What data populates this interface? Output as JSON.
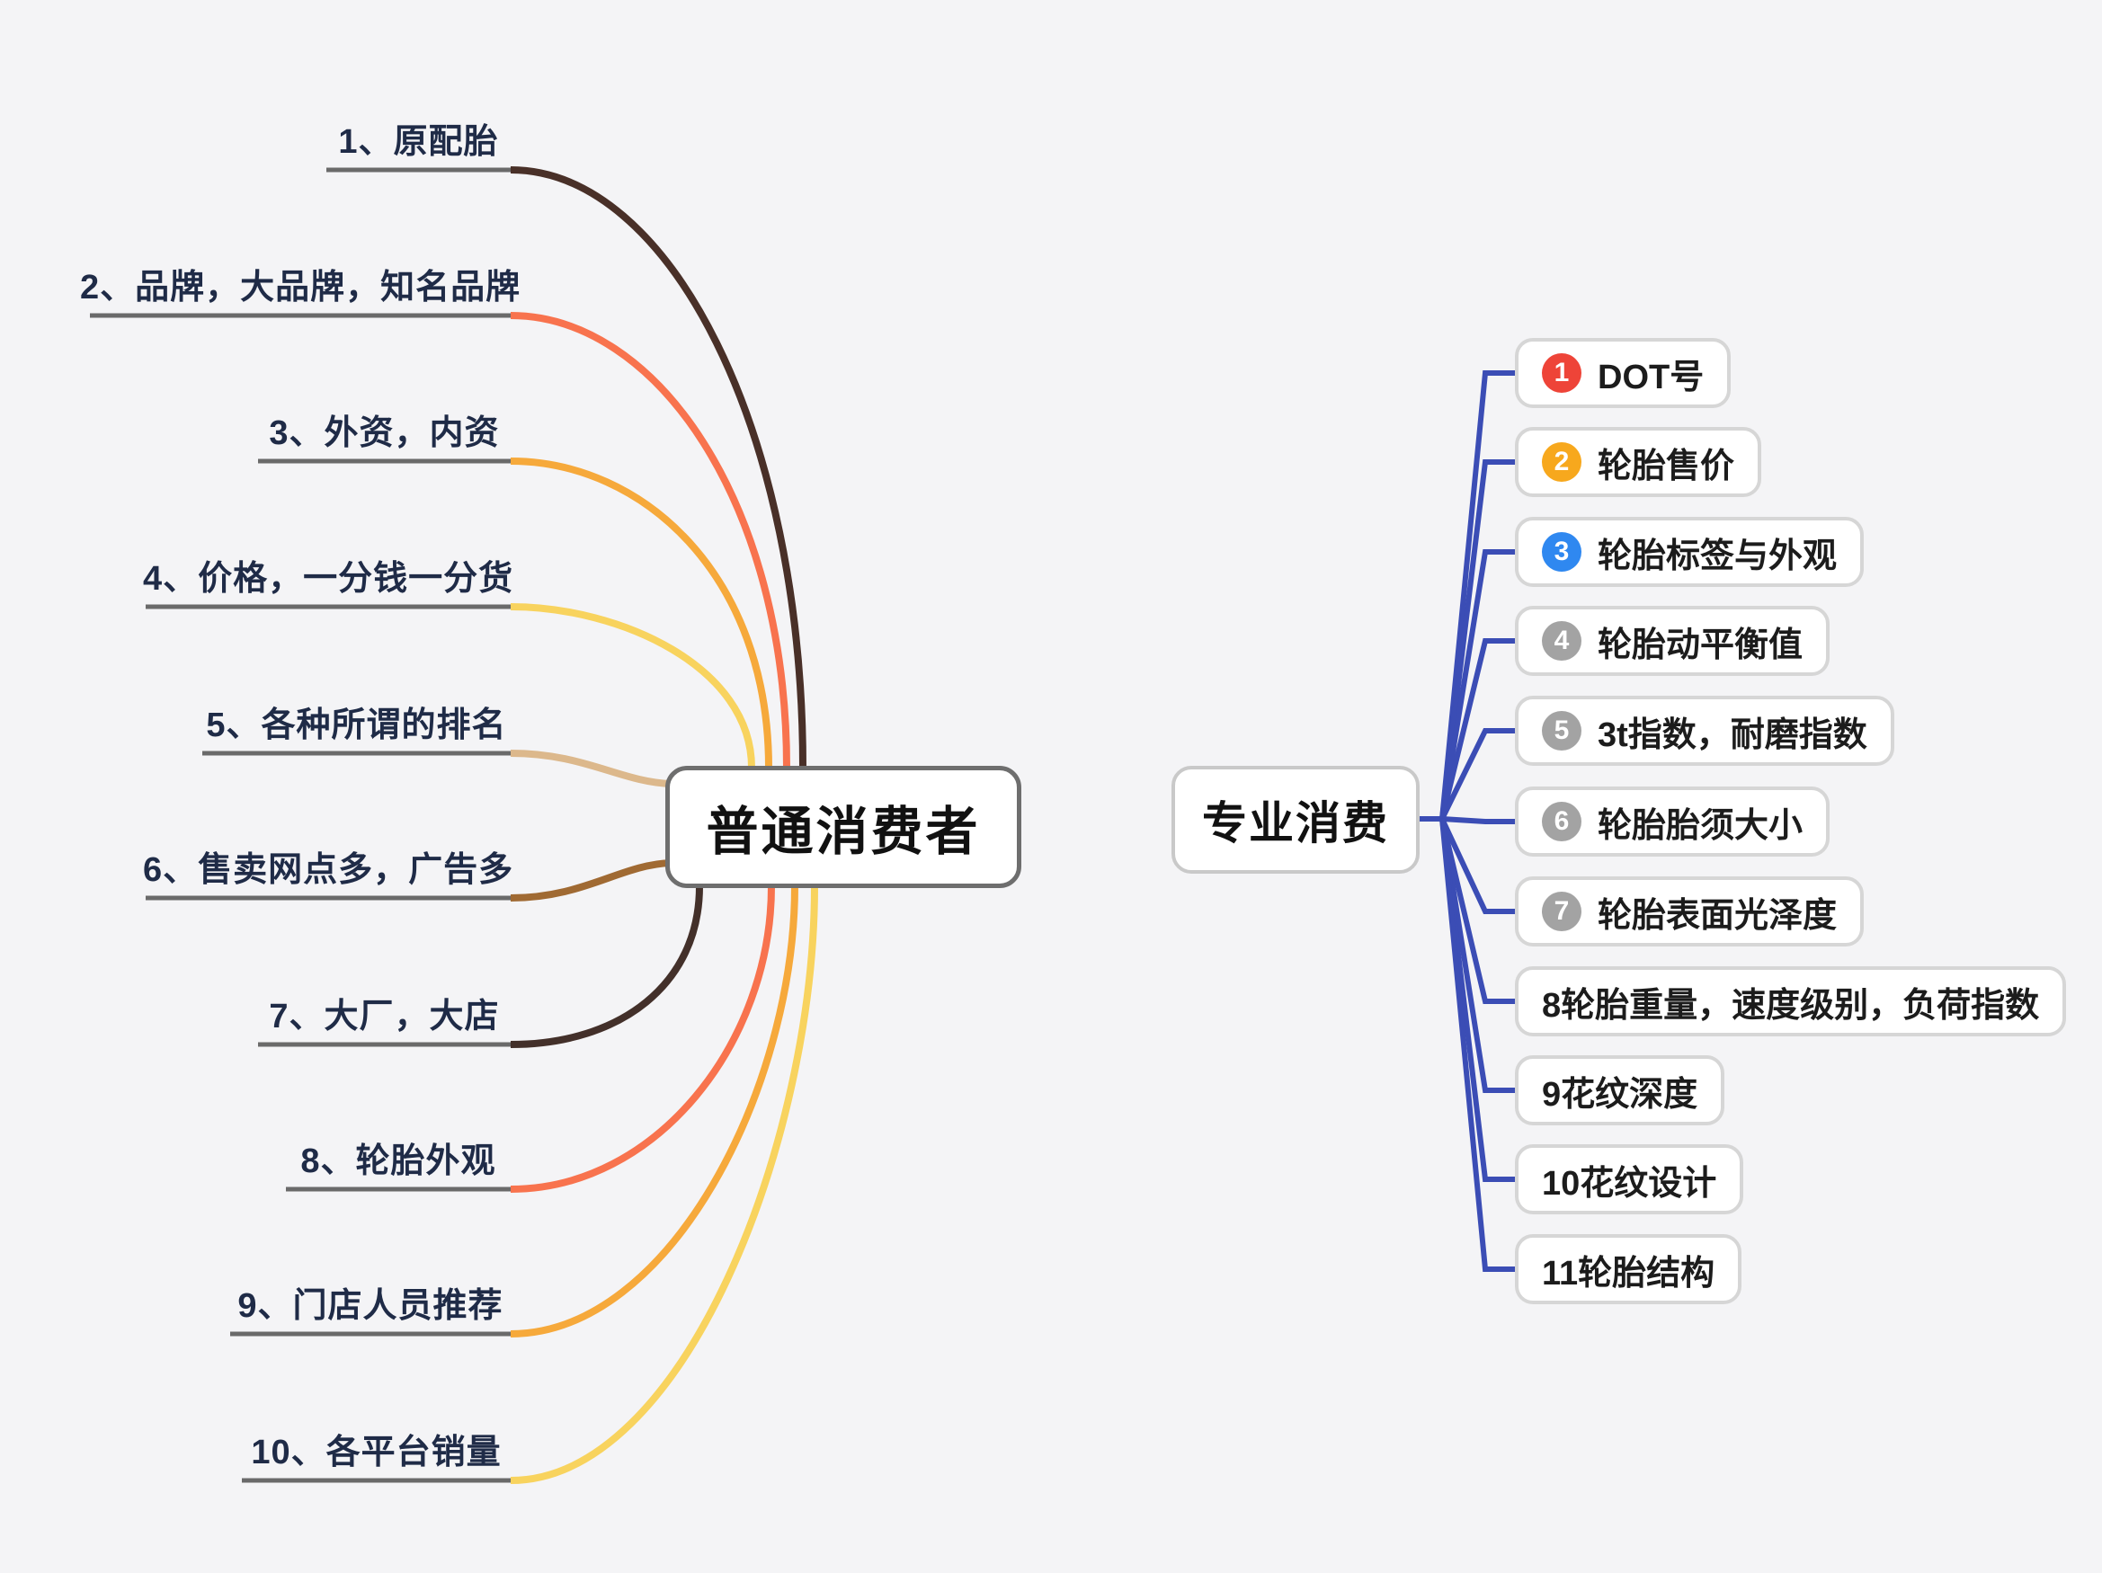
{
  "canvas": {
    "background": "#f4f4f6"
  },
  "left_map": {
    "center": {
      "label": "普通消费者"
    },
    "underline_color": "#6a6a6a",
    "label_color": "#1f2b47",
    "branches": [
      {
        "label": "1、原配胎",
        "color": "#493028"
      },
      {
        "label": "2、品牌，大品牌，知名品牌",
        "color": "#f8734e"
      },
      {
        "label": "3、外资，内资",
        "color": "#f6a93b"
      },
      {
        "label": "4、价格，一分钱一分货",
        "color": "#f8d35e"
      },
      {
        "label": "5、各种所谓的排名",
        "color": "#dcb88c"
      },
      {
        "label": "6、售卖网点多，广告多",
        "color": "#a06a33"
      },
      {
        "label": "7、大厂，大店",
        "color": "#43302a"
      },
      {
        "label": "8、轮胎外观",
        "color": "#f8734e"
      },
      {
        "label": "9、门店人员推荐",
        "color": "#f6a93b"
      },
      {
        "label": "10、各平台销量",
        "color": "#f8d35e"
      }
    ]
  },
  "right_map": {
    "center": {
      "label": "专业消费"
    },
    "line_color": "#3b4db5",
    "branches": [
      {
        "label": "DOT号",
        "badge": "1",
        "badge_color": "#ee4438"
      },
      {
        "label": "轮胎售价",
        "badge": "2",
        "badge_color": "#f7a81d"
      },
      {
        "label": "轮胎标签与外观",
        "badge": "3",
        "badge_color": "#2f88f0"
      },
      {
        "label": "轮胎动平衡值",
        "badge": "4",
        "badge_color": "#a3a3a3"
      },
      {
        "label": "3t指数，耐磨指数",
        "badge": "5",
        "badge_color": "#a3a3a3"
      },
      {
        "label": "轮胎胎须大小",
        "badge": "6",
        "badge_color": "#a3a3a3"
      },
      {
        "label": "轮胎表面光泽度",
        "badge": "7",
        "badge_color": "#a3a3a3"
      },
      {
        "label": "8轮胎重量，速度级别，负荷指数"
      },
      {
        "label": "9花纹深度"
      },
      {
        "label": "10花纹设计"
      },
      {
        "label": "11轮胎结构"
      }
    ]
  }
}
